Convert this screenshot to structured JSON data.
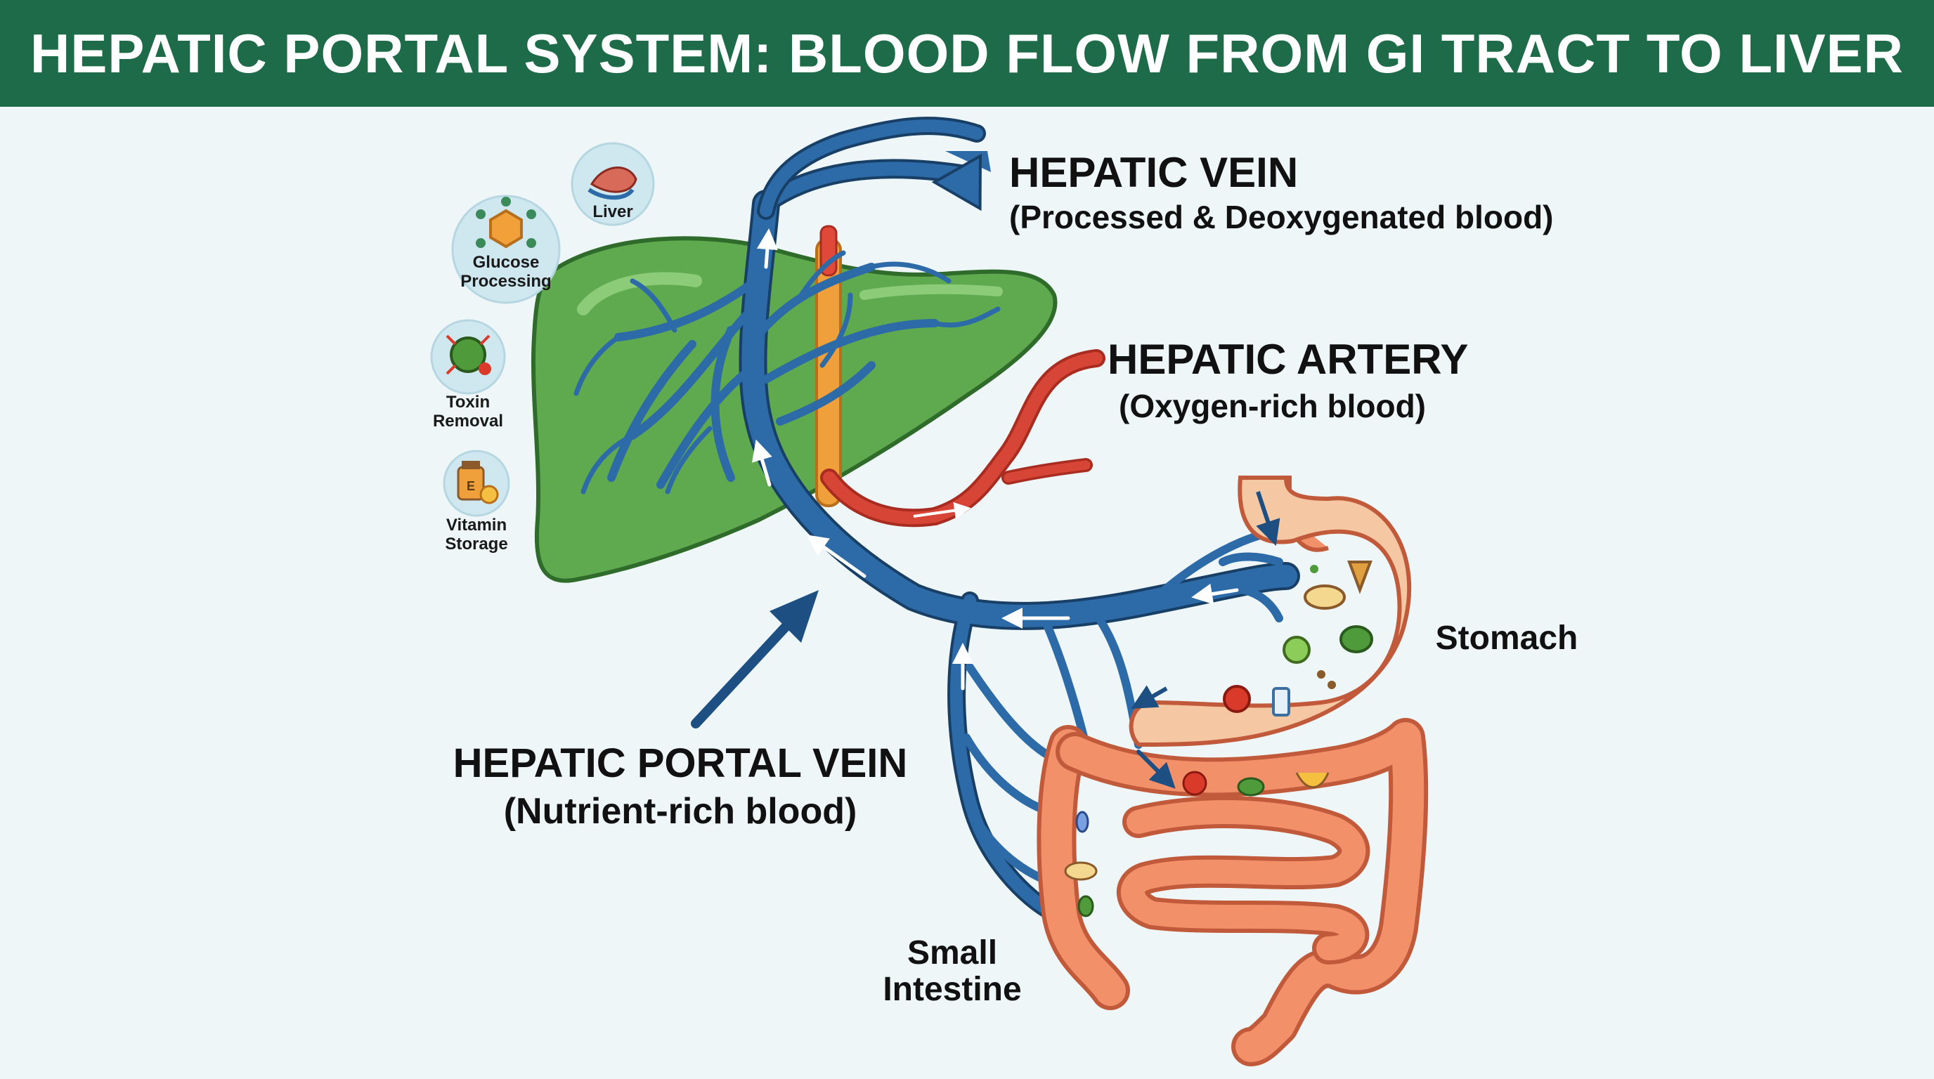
{
  "title": "HEPATIC PORTAL SYSTEM: BLOOD FLOW FROM GI TRACT TO LIVER",
  "labels": {
    "hepatic_vein": {
      "title": "HEPATIC VEIN",
      "subtitle": "(Processed & Deoxygenated blood)"
    },
    "hepatic_artery": {
      "title": "HEPATIC ARTERY",
      "subtitle": "(Oxygen-rich blood)"
    },
    "portal_vein": {
      "title": "HEPATIC PORTAL VEIN",
      "subtitle": "(Nutrient-rich blood)"
    },
    "stomach": "Stomach",
    "small_intestine_line1": "Small",
    "small_intestine_line2": "Intestine"
  },
  "bubbles": {
    "liver": "Liver",
    "glucose_line1": "Glucose",
    "glucose_line2": "Processing",
    "toxin_line1": "Toxin",
    "toxin_line2": "Removal",
    "vitamin_line1": "Vitamin",
    "vitamin_line2": "Storage",
    "vitamin_letter": "E"
  },
  "colors": {
    "header": "#1e6b4a",
    "liver": "#5faa4f",
    "portal_vein": "#2d6aa8",
    "artery": "#d64535",
    "vena_cava": "#f0a03a",
    "gi_tract": "#f2906a",
    "bubble": "#cfe8f0"
  }
}
